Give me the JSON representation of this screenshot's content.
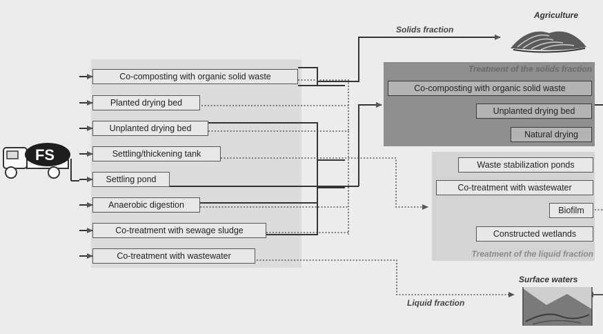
{
  "truck": {
    "label": "FS"
  },
  "technologies": [
    "Co-composting with organic solid waste",
    "Planted drying bed",
    "Unplanted drying bed",
    "Settling/thickening tank",
    "Settling pond",
    "Anaerobic digestion",
    "Co-treatment with sewage sludge",
    "Co-treatment with wastewater"
  ],
  "solids_treatment": {
    "title": "Treatment of the solids fraction",
    "items": [
      "Co-composting with organic solid waste",
      "Unplanted drying bed",
      "Natural drying"
    ]
  },
  "liquid_treatment": {
    "title": "Treatment of the liquid fraction",
    "items": [
      "Waste stabilization ponds",
      "Co-treatment with wastewater",
      "Biofilm",
      "Constructed wetlands"
    ]
  },
  "flows": {
    "solids": "Solids fraction",
    "liquid": "Liquid fraction"
  },
  "destinations": {
    "agriculture": "Agriculture",
    "surface_waters": "Surface waters"
  },
  "colors": {
    "line": "#444444",
    "panel_dark": "#8e8e8e",
    "panel_light": "#d4d4d4"
  }
}
